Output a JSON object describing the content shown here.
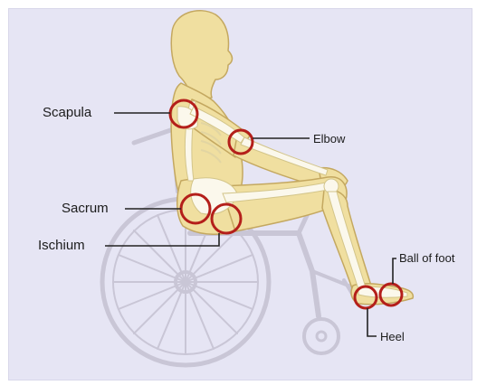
{
  "labels": {
    "scapula": "Scapula",
    "elbow": "Elbow",
    "sacrum": "Sacrum",
    "ischium": "Ischium",
    "ball_of_foot": "Ball of foot",
    "heel": "Heel"
  },
  "colors": {
    "background": "#e6e5f4",
    "skin": "#f0dfa0",
    "skin_outline": "#c4a860",
    "bone": "#fbf8ec",
    "wheelchair": "#c9c6d6",
    "pressure_circle": "#b41f1a",
    "leader_line": "#222222"
  }
}
